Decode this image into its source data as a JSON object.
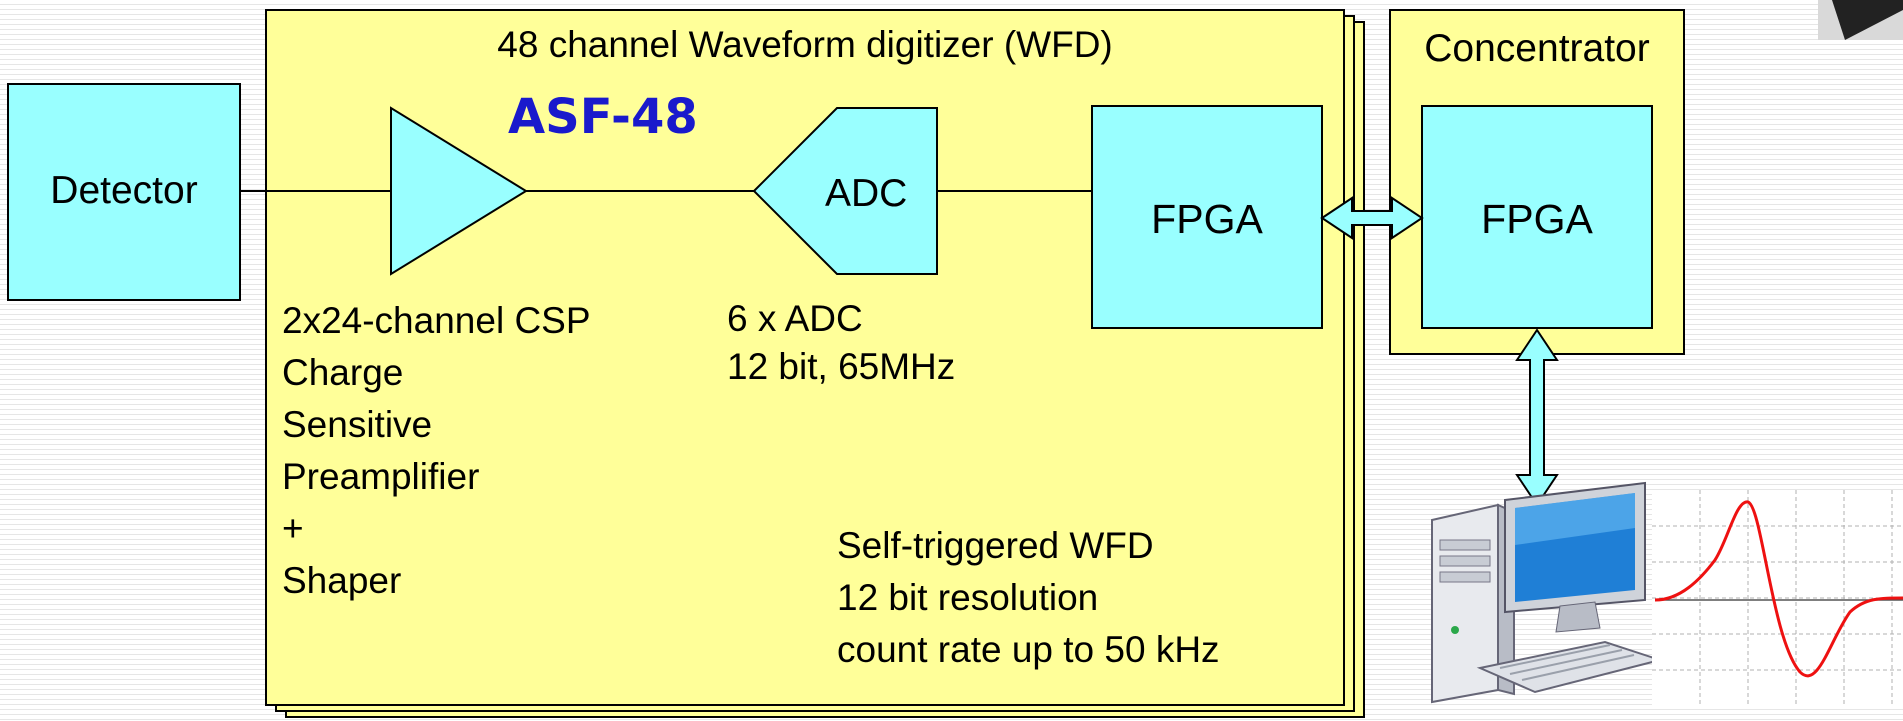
{
  "detector": {
    "label": "Detector"
  },
  "wfd": {
    "title": "48 channel Waveform digitizer (WFD)",
    "chip_name": "ASF-48",
    "adc_label": "ADC",
    "fpga_label": "FPGA",
    "csp_lines": [
      "2x24-channel CSP",
      "Charge",
      "Sensitive",
      "Preamplifier",
      "+",
      "Shaper"
    ],
    "adc_lines": [
      "6 x ADC",
      "12 bit, 65MHz"
    ],
    "spec_lines": [
      "Self-triggered WFD",
      "12 bit resolution",
      "count rate up to 50 kHz"
    ]
  },
  "concentrator": {
    "title": "Concentrator",
    "fpga_label": "FPGA"
  },
  "colors": {
    "board_fill": "#ffff99",
    "component_fill": "#99ffff",
    "chip_title": "#1a1acc",
    "waveform": "#ee1111"
  },
  "icons": [
    "computer-icon",
    "waveform-plot-icon",
    "chip-photo"
  ]
}
